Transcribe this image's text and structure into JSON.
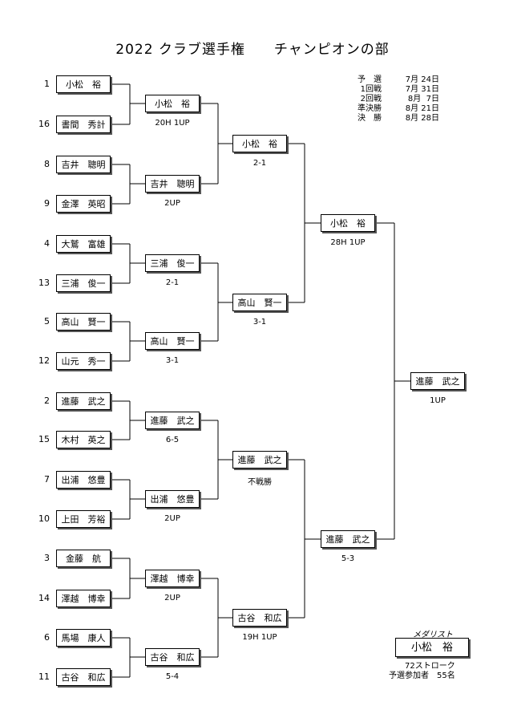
{
  "title": "2022  クラブ選手権　　チャンピオンの部",
  "schedule": [
    {
      "round": "予　選",
      "date": "7月 24日"
    },
    {
      "round": "1回戦",
      "date": "7月 31日"
    },
    {
      "round": "2回戦",
      "date": "8月  7日"
    },
    {
      "round": "準決勝",
      "date": "8月 21日"
    },
    {
      "round": "決　勝",
      "date": "8月 28日"
    }
  ],
  "round1": [
    {
      "seed": "1",
      "name": "小松　裕"
    },
    {
      "seed": "16",
      "name": "書間　秀計"
    },
    {
      "seed": "8",
      "name": "吉井　聰明"
    },
    {
      "seed": "9",
      "name": "金澤　英昭"
    },
    {
      "seed": "4",
      "name": "大鷲　富雄"
    },
    {
      "seed": "13",
      "name": "三浦　俊一"
    },
    {
      "seed": "5",
      "name": "高山　賢一"
    },
    {
      "seed": "12",
      "name": "山元　秀一"
    },
    {
      "seed": "2",
      "name": "進藤　武之"
    },
    {
      "seed": "15",
      "name": "木村　英之"
    },
    {
      "seed": "7",
      "name": "出浦　悠豊"
    },
    {
      "seed": "10",
      "name": "上田　芳裕"
    },
    {
      "seed": "3",
      "name": "金藤　航"
    },
    {
      "seed": "14",
      "name": "澤越　博幸"
    },
    {
      "seed": "6",
      "name": "馬場　康人"
    },
    {
      "seed": "11",
      "name": "古谷　和広"
    }
  ],
  "round2": [
    {
      "name": "小松　裕",
      "score": "20H 1UP"
    },
    {
      "name": "吉井　聰明",
      "score": "2UP"
    },
    {
      "name": "三浦　俊一",
      "score": "2-1"
    },
    {
      "name": "高山　賢一",
      "score": "3-1"
    },
    {
      "name": "進藤　武之",
      "score": "6-5"
    },
    {
      "name": "出浦　悠豊",
      "score": "2UP"
    },
    {
      "name": "澤越　博幸",
      "score": "2UP"
    },
    {
      "name": "古谷　和広",
      "score": "5-4"
    }
  ],
  "round3": [
    {
      "name": "小松　裕",
      "score": "2-1"
    },
    {
      "name": "高山　賢一",
      "score": "3-1"
    },
    {
      "name": "進藤　武之",
      "score": "不戦勝"
    },
    {
      "name": "古谷　和広",
      "score": "19H 1UP"
    }
  ],
  "semifinal": [
    {
      "name": "小松　裕",
      "score": "28H 1UP"
    },
    {
      "name": "進藤　武之",
      "score": "5-3"
    }
  ],
  "champion": {
    "name": "進藤　武之",
    "score": "1UP"
  },
  "medalist": {
    "label": "メダリスト",
    "name": "小松　裕",
    "strokes": "72ストローク",
    "participants": "予選参加者　55名"
  }
}
